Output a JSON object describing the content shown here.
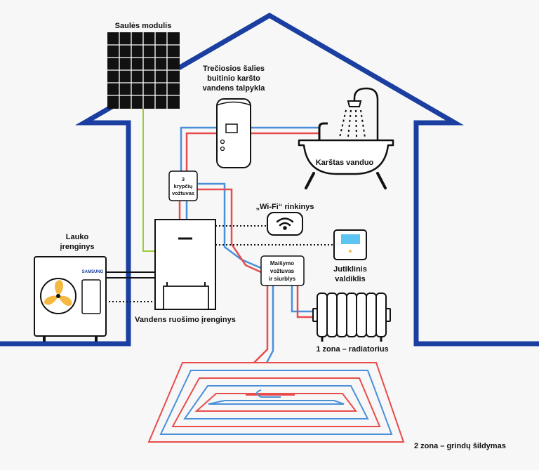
{
  "labels": {
    "solar": "Saulės modulis",
    "tank_line1": "Trečiosios šalies",
    "tank_line2": "buitinio karšto",
    "tank_line3": "vandens talpykla",
    "hot_water": "Karštas vanduo",
    "valve3_line1": "3",
    "valve3_line2": "krypčių",
    "valve3_line3": "vožtuvas",
    "wifi": "„Wi-Fi“ rinkinys",
    "outdoor_line1": "Lauko",
    "outdoor_line2": "įrenginys",
    "brand": "SAMSUNG",
    "controller_line1": "Jutiklinis",
    "controller_line2": "valdiklis",
    "mixing_line1": "Maišymo",
    "mixing_line2": "vožtuvas",
    "mixing_line3": "ir siurblys",
    "hydro": "Vandens ruošimo įrenginys",
    "zone1": "1 zona – radiatorius",
    "zone2": "2 zona – grindų šildymas"
  },
  "colors": {
    "house": "#1a3fa0",
    "hot_pipe": "#e84c4c",
    "cold_pipe": "#4a90d9",
    "solar_wire": "#9ccc3c",
    "fan": "#f5b942",
    "screen": "#5bc4f0"
  }
}
